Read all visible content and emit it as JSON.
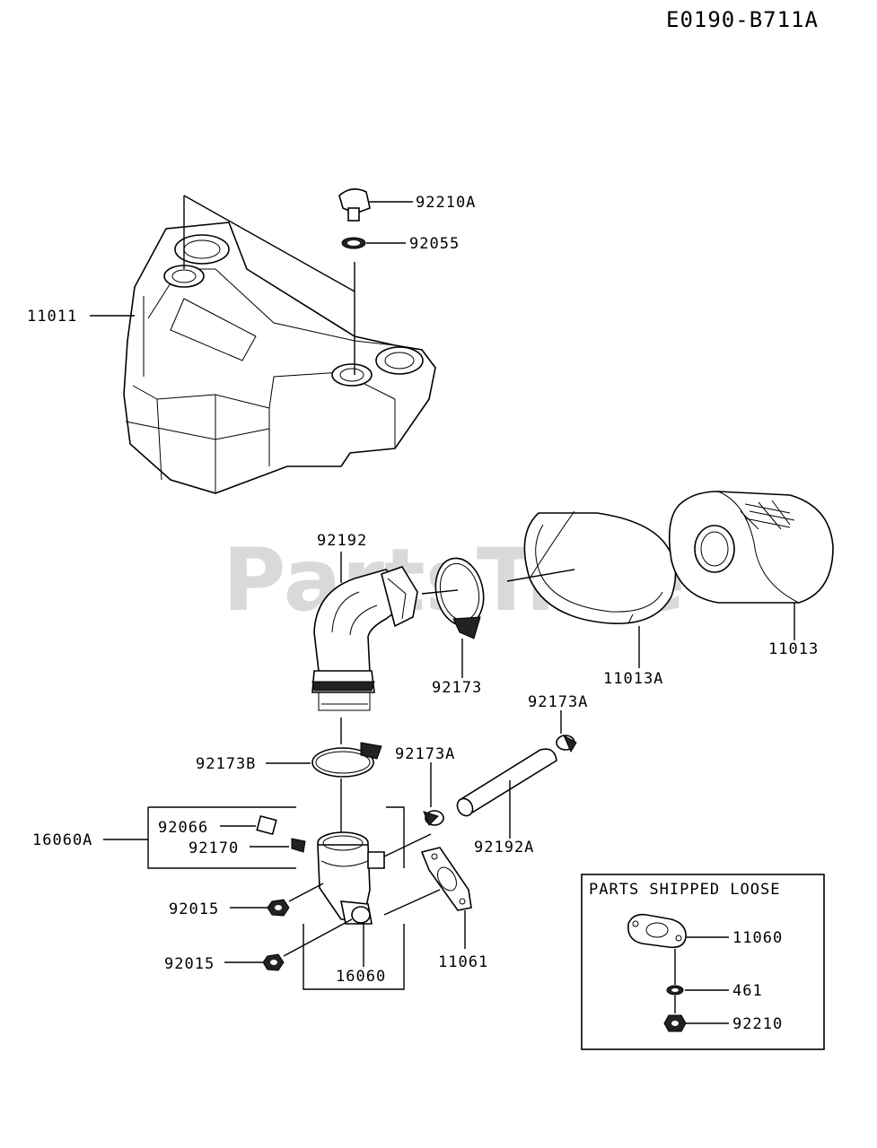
{
  "diagram": {
    "code": "E0190-B711A",
    "watermark": "PartsTree",
    "loose_box_title": "PARTS SHIPPED LOOSE",
    "labels": {
      "p92210A": "92210A",
      "p92055": "92055",
      "p11011": "11011",
      "p92192": "92192",
      "p92173": "92173",
      "p92173A_top": "92173A",
      "p11013A": "11013A",
      "p11013": "11013",
      "p92173B": "92173B",
      "p92173A_mid": "92173A",
      "p92066": "92066",
      "p16060A": "16060A",
      "p92170": "92170",
      "p92192A": "92192A",
      "p92015_a": "92015",
      "p92015_b": "92015",
      "p16060": "16060",
      "p11061": "11061",
      "p11060": "11060",
      "p461": "461",
      "p92210": "92210"
    }
  }
}
